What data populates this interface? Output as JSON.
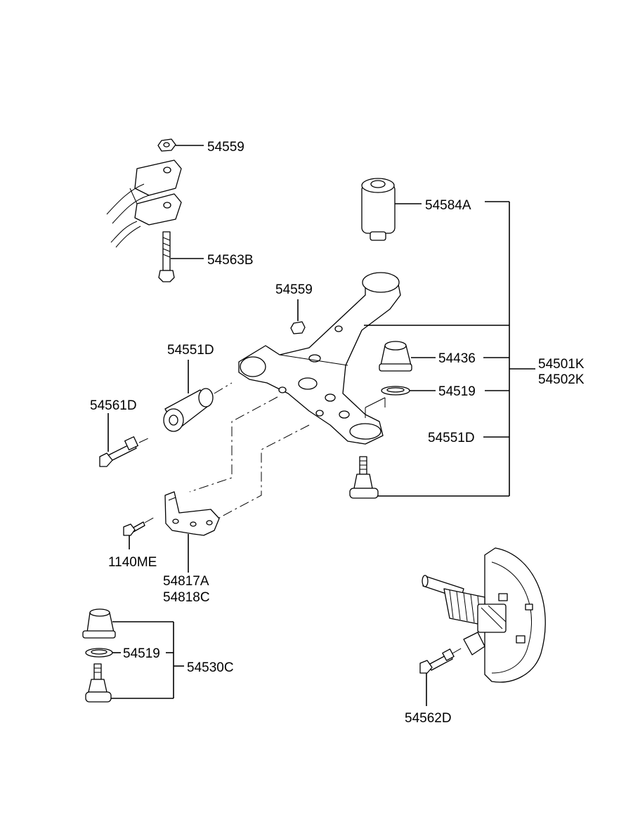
{
  "labels": {
    "nut_top": "54559",
    "bolt_top": "54563B",
    "nut_mid": "54559",
    "bushing_rear": "54584A",
    "bushing_front": "54551D",
    "bolt_left": "54561D",
    "dust_boot": "54436",
    "snap_ring_right": "54519",
    "arm_assy_lh": "54501K",
    "arm_assy_rh": "54502K",
    "bushing_assy_ref": "54551D",
    "bolt_bracket": "1140ME",
    "bracket_lh": "54817A",
    "bracket_rh": "54818C",
    "snap_ring_left": "54519",
    "ball_joint_kit": "54530C",
    "bolt_knuckle": "54562D"
  }
}
